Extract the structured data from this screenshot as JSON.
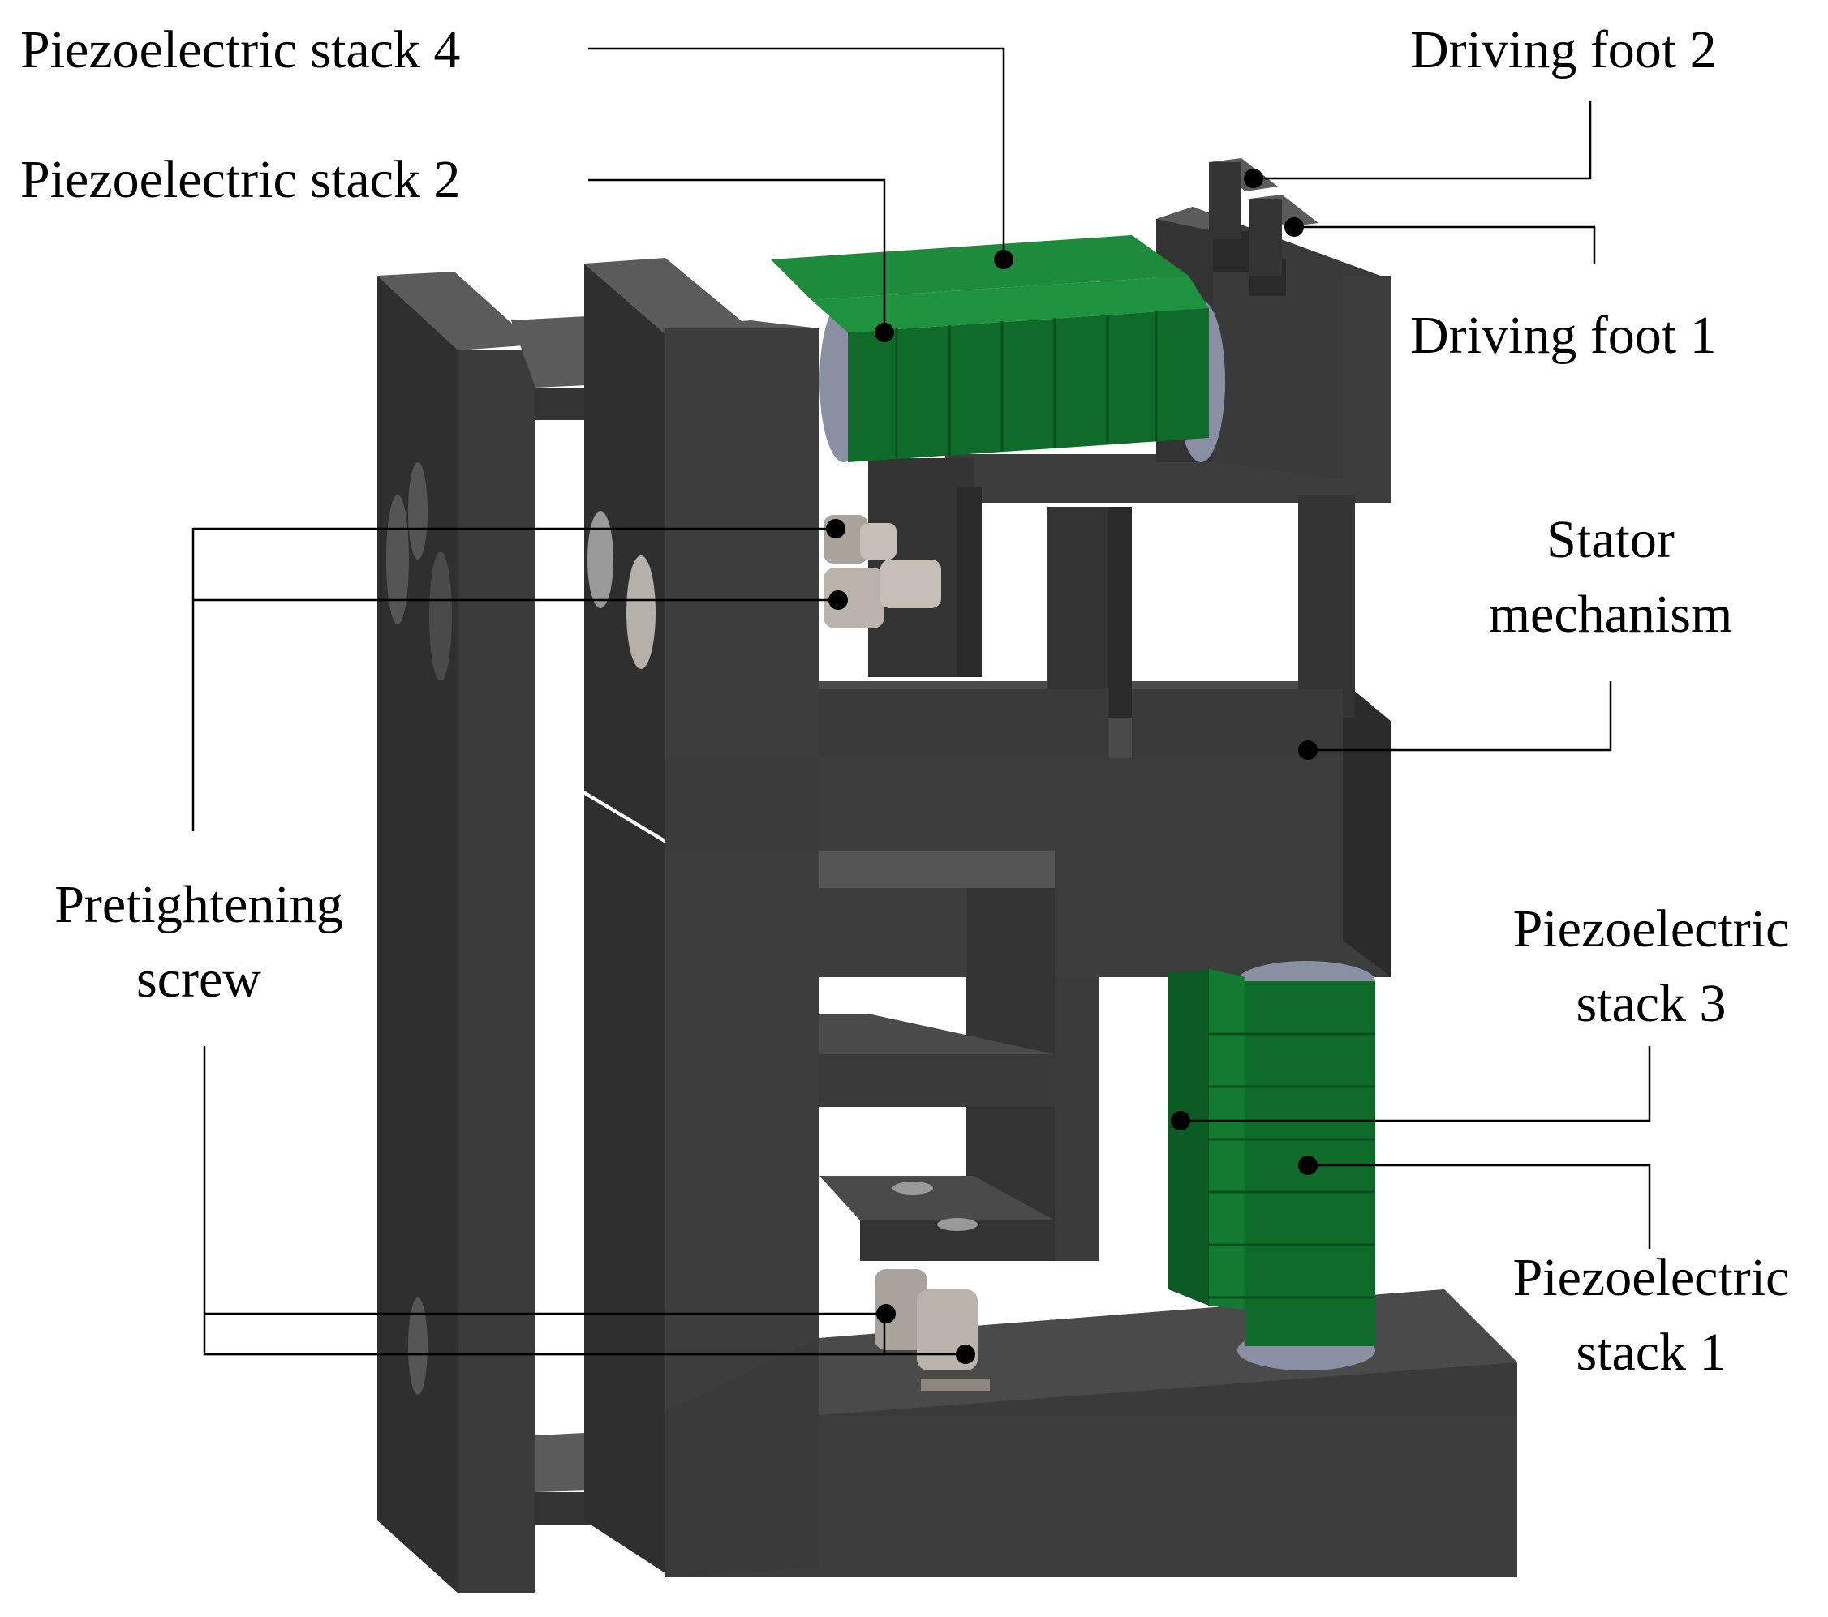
{
  "labels": {
    "stack4": "Piezoelectric stack 4",
    "stack2": "Piezoelectric stack 2",
    "foot2": "Driving foot 2",
    "foot1": "Driving foot 1",
    "stator": [
      "Stator",
      "mechanism"
    ],
    "pretight": [
      "Pretightening",
      "screw"
    ],
    "stack3": [
      "Piezoelectric",
      "stack 3"
    ],
    "stack1": [
      "Piezoelectric",
      "stack 1"
    ]
  },
  "colors": {
    "frame_front": "#3d3d3d",
    "frame_top": "#5b5b5b",
    "frame_side": "#2a2a2a",
    "piezo_front": "#0f6b2a",
    "piezo_top": "#1d8a3c",
    "end_cap": "#8a8fa3",
    "screw": "#b9b3ac",
    "leader": "#000000"
  }
}
